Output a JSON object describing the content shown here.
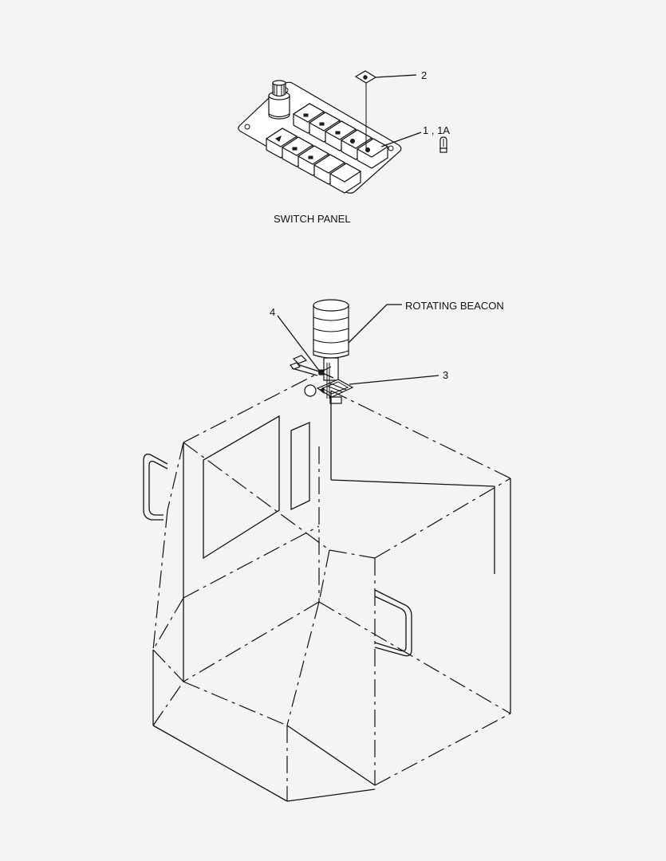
{
  "diagram": {
    "callouts": {
      "c2": "2",
      "c1": "1 , 1A",
      "c4": "4",
      "c3": "3",
      "beacon": "ROTATING BEACON"
    },
    "captions": {
      "switch_panel": "SWITCH PANEL"
    }
  }
}
